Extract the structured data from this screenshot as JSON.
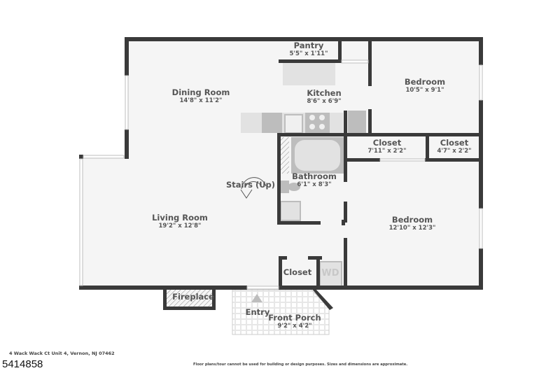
{
  "floorplan": {
    "rooms": [
      {
        "id": "pantry",
        "name": "Pantry",
        "dims": "5'5\" x 1'11\""
      },
      {
        "id": "dining",
        "name": "Dining Room",
        "dims": "14'8\" x 11'2\""
      },
      {
        "id": "kitchen",
        "name": "Kitchen",
        "dims": "8'6\" x 6'9\""
      },
      {
        "id": "bedroom1",
        "name": "Bedroom",
        "dims": "10'5\" x 9'1\""
      },
      {
        "id": "closet1",
        "name": "Closet",
        "dims": "7'11\" x 2'2\""
      },
      {
        "id": "closet2",
        "name": "Closet",
        "dims": "4'7\" x 2'2\""
      },
      {
        "id": "bathroom",
        "name": "Bathroom",
        "dims": "6'1\" x 8'3\""
      },
      {
        "id": "stairs",
        "name": "Stairs (Up)",
        "dims": ""
      },
      {
        "id": "living",
        "name": "Living Room",
        "dims": "19'2\" x 12'8\""
      },
      {
        "id": "bedroom2",
        "name": "Bedroom",
        "dims": "12'10\" x 12'3\""
      },
      {
        "id": "closet3",
        "name": "Closet",
        "dims": ""
      },
      {
        "id": "fireplace",
        "name": "Fireplace",
        "dims": ""
      },
      {
        "id": "entry",
        "name": "Entry",
        "dims": ""
      },
      {
        "id": "porch",
        "name": "Front Porch",
        "dims": "9'2\" x 4'2\""
      }
    ],
    "appliances": {
      "washer_dryer": "WD"
    },
    "colors": {
      "wall": "#3a3a3a",
      "floor": "#f5f5f5",
      "fixture": "#bdbdbd",
      "counter": "#e2e2e2"
    }
  },
  "footer": {
    "address": "4 Wack Wack Ct Unit 4, Vernon, NJ 07462",
    "mls_number": "5414858",
    "disclaimer": "Floor plans/tour cannot be used for building or design purposes. Sizes and dimensions are approximate."
  }
}
